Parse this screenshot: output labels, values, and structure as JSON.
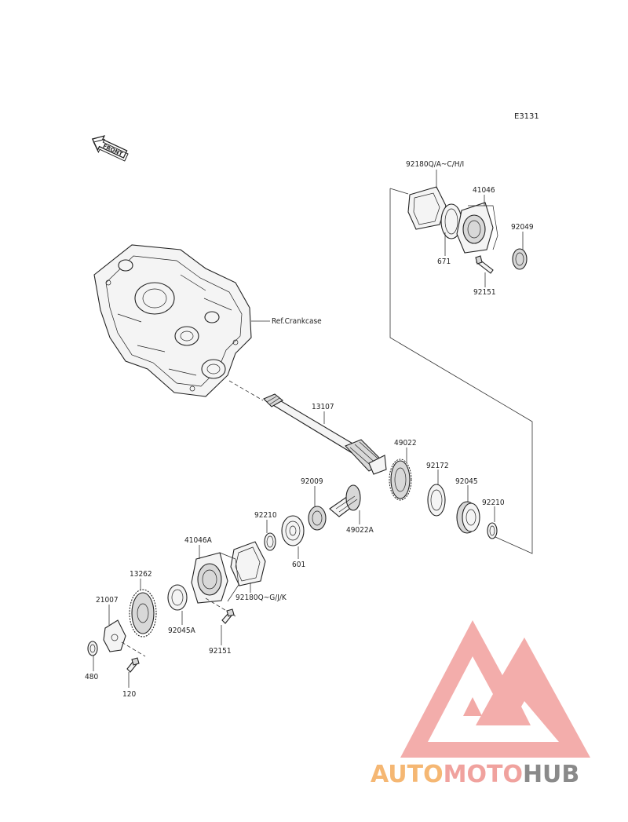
{
  "diagram_code": "E3131",
  "front_label": "FRONT",
  "ref_label": "Ref.Crankcase",
  "watermark": {
    "part1": "AUTO",
    "part2": "MOTO",
    "part3": "HUB",
    "color_auto": "#f5b773",
    "color_moto": "#f0a29e",
    "color_hub": "#8a8a8a",
    "logo_color": "#f2a9a6"
  },
  "parts": [
    {
      "id": "p_921800_a",
      "label": "92180Q/A~C/H/I"
    },
    {
      "id": "p_41046",
      "label": "41046"
    },
    {
      "id": "p_92049",
      "label": "92049"
    },
    {
      "id": "p_671",
      "label": "671"
    },
    {
      "id": "p_92151_top",
      "label": "92151"
    },
    {
      "id": "p_13107",
      "label": "13107"
    },
    {
      "id": "p_49022",
      "label": "49022"
    },
    {
      "id": "p_92172",
      "label": "92172"
    },
    {
      "id": "p_92009",
      "label": "92009"
    },
    {
      "id": "p_92045",
      "label": "92045"
    },
    {
      "id": "p_92210_r",
      "label": "92210"
    },
    {
      "id": "p_92210_l",
      "label": "92210"
    },
    {
      "id": "p_49022a",
      "label": "49022A"
    },
    {
      "id": "p_601",
      "label": "601"
    },
    {
      "id": "p_41046a",
      "label": "41046A"
    },
    {
      "id": "p_921800_g",
      "label": "92180Q~G/J/K"
    },
    {
      "id": "p_13262",
      "label": "13262"
    },
    {
      "id": "p_21007",
      "label": "21007"
    },
    {
      "id": "p_92045a",
      "label": "92045A"
    },
    {
      "id": "p_92151_bot",
      "label": "92151"
    },
    {
      "id": "p_480",
      "label": "480"
    },
    {
      "id": "p_120",
      "label": "120"
    }
  ]
}
